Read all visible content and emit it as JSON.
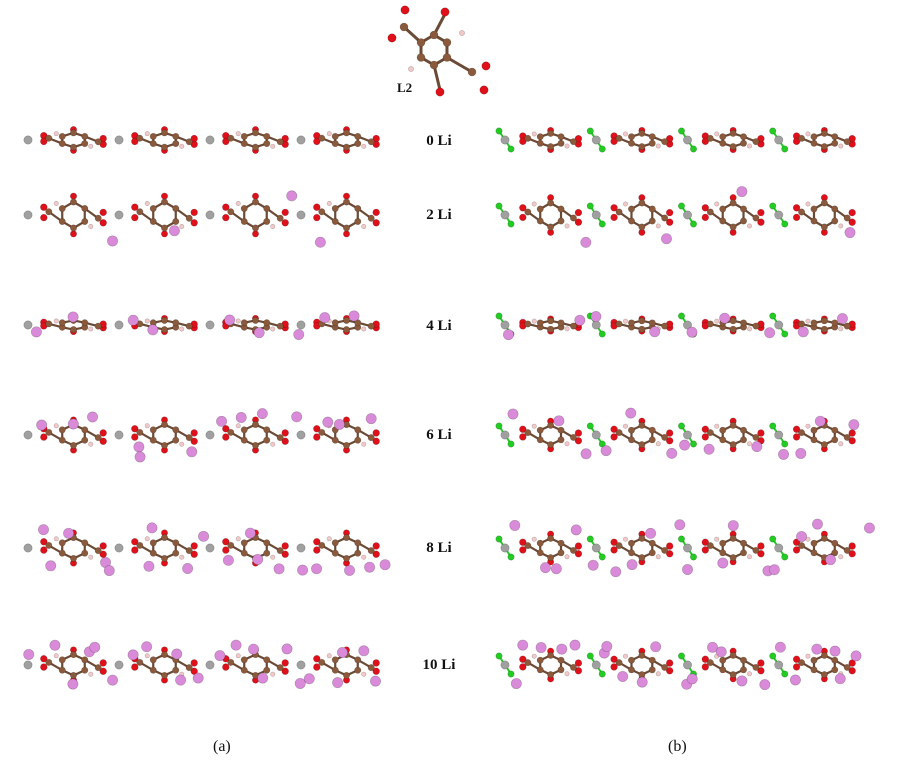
{
  "molecule_label": "L2",
  "rows": [
    {
      "label": "0 Li",
      "li_a": 0,
      "li_b": 0
    },
    {
      "label": "2 Li",
      "li_a": 2,
      "li_b": 2
    },
    {
      "label": "4 Li",
      "li_a": 4,
      "li_b": 4
    },
    {
      "label": "6 Li",
      "li_a": 6,
      "li_b": 6
    },
    {
      "label": "8 Li",
      "li_a": 8,
      "li_b": 8
    },
    {
      "label": "10 Li",
      "li_a": 10,
      "li_b": 10
    }
  ],
  "panels": [
    {
      "label": "(a)"
    },
    {
      "label": "(b)"
    }
  ],
  "colors": {
    "carbon": "#8b5a3c",
    "oxygen": "#e0101a",
    "hydrogen": "#f2c9c9",
    "metal": "#a0a0a0",
    "chlorine": "#22cc22",
    "lithium": "#d98ad8"
  }
}
